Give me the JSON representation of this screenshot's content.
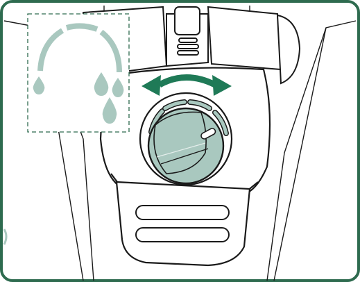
{
  "figure": {
    "illustration": "humidifier-control-knob",
    "colors": {
      "frame_border": "#2e6b4f",
      "accent_green": "#1f7a57",
      "knob_fill": "#a9c8bf",
      "inset_fill": "#a9c8bf",
      "outline": "#1a1a1a",
      "background": "#ffffff"
    },
    "inset": {
      "icon": "humidity-level-icon",
      "border_style": "dashed"
    },
    "rotation_indicator": {
      "icon": "double-arrow-rotate-icon",
      "direction": "both"
    },
    "level_segments": 4
  }
}
